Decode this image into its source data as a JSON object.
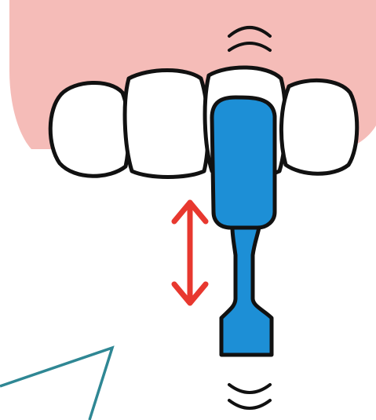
{
  "scene": {
    "description_icons": [
      "gum",
      "front-teeth",
      "toothbrush",
      "up-down-arrow",
      "motion-marks",
      "callout-pointer"
    ]
  },
  "colors": {
    "gum": "#f5bcb8",
    "tooth_fill": "#ffffff",
    "outline": "#111111",
    "brush": "#1d8fd6",
    "arrow": "#e8382f",
    "callout": "#2f8794"
  }
}
